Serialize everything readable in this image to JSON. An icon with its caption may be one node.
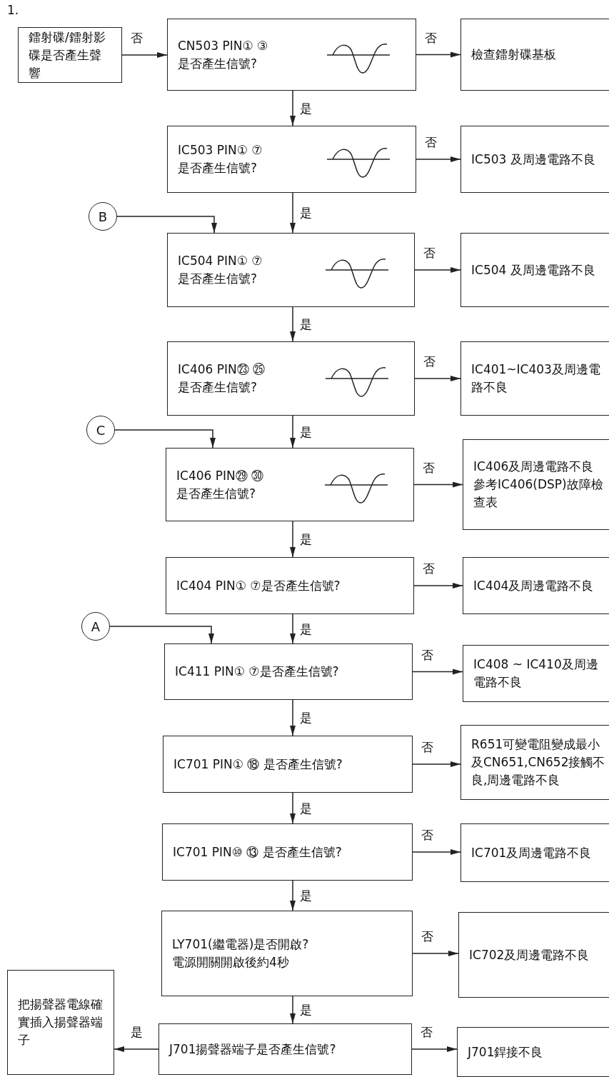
{
  "diagram": {
    "nodes": [
      {
        "text": [
          "鐳射碟/鐳射影碟是否產生聲響"
        ]
      },
      {
        "text": [
          "CN503 PIN① ③",
          "是否產生信號?"
        ]
      },
      {
        "text": [
          "檢查鐳射碟基板"
        ]
      },
      {
        "text": [
          "IC503 PIN① ⑦",
          "是否產生信號?"
        ]
      },
      {
        "text": [
          "IC503 及周邊電路不良"
        ]
      },
      {
        "text": [
          "B"
        ]
      },
      {
        "text": [
          "IC504 PIN① ⑦",
          "是否產生信號?"
        ]
      },
      {
        "text": [
          "IC504 及周邊電路不良"
        ]
      },
      {
        "text": [
          "IC406 PIN㉓ ㉕",
          "是否產生信號?"
        ]
      },
      {
        "text": [
          "IC401~IC403及周邊電路不良"
        ]
      },
      {
        "text": [
          "C"
        ]
      },
      {
        "text": [
          "IC406 PIN㉙ ㉚",
          "是否產生信號?"
        ]
      },
      {
        "text": [
          "IC406及周邊電路不良",
          "參考IC406(DSP)故障檢查表"
        ]
      },
      {
        "text": [
          "IC404 PIN① ⑦是否產生信號?"
        ]
      },
      {
        "text": [
          "IC404及周邊電路不良"
        ]
      },
      {
        "text": [
          "A"
        ]
      },
      {
        "text": [
          "IC411 PIN① ⑦是否產生信號?"
        ]
      },
      {
        "text": [
          "IC408 ~ IC410及周邊電路不良"
        ]
      },
      {
        "text": [
          "IC701 PIN① ⑱ 是否產生信號?"
        ]
      },
      {
        "text": [
          "R651可變電阻變成最小及CN651,CN652接觸不良,周邊電路不良"
        ]
      },
      {
        "text": [
          "IC701 PIN⑩ ⑬ 是否產生信號?"
        ]
      },
      {
        "text": [
          "IC701及周邊電路不良"
        ]
      },
      {
        "text": [
          "LY701(繼電器)是否開啟?",
          "電源開關開啟後約4秒"
        ]
      },
      {
        "text": [
          "IC702及周邊電路不良"
        ]
      },
      {
        "text": [
          "把揚聲器電線確實插入揚聲器端子"
        ]
      },
      {
        "text": [
          "J701揚聲器端子是否產生信號?"
        ]
      },
      {
        "text": [
          "J701銲接不良"
        ]
      }
    ],
    "edges": [
      {
        "from": 0,
        "to": 1,
        "arrow": "to",
        "label": "否"
      },
      {
        "from": 1,
        "to": 2,
        "arrow": "to",
        "label": "否"
      },
      {
        "from": 1,
        "to": 3,
        "arrow": "to",
        "label": "是"
      },
      {
        "from": 3,
        "to": 4,
        "arrow": "to",
        "label": "否"
      },
      {
        "from": 3,
        "to": 6,
        "arrow": "to",
        "label": "是"
      },
      {
        "from": 5,
        "to": 6,
        "arrow": "to"
      },
      {
        "from": 6,
        "to": 7,
        "arrow": "to",
        "label": "否"
      },
      {
        "from": 6,
        "to": 8,
        "arrow": "to",
        "label": "是"
      },
      {
        "from": 8,
        "to": 9,
        "arrow": "to",
        "label": "否"
      },
      {
        "from": 8,
        "to": 11,
        "arrow": "to",
        "label": "是"
      },
      {
        "from": 10,
        "to": 11,
        "arrow": "to"
      },
      {
        "from": 11,
        "to": 12,
        "arrow": "to",
        "label": "否"
      },
      {
        "from": 11,
        "to": 13,
        "arrow": "to",
        "label": "是"
      },
      {
        "from": 13,
        "to": 14,
        "arrow": "to",
        "label": "否"
      },
      {
        "from": 13,
        "to": 16,
        "arrow": "to",
        "label": "是"
      },
      {
        "from": 15,
        "to": 16,
        "arrow": "to"
      },
      {
        "from": 16,
        "to": 17,
        "arrow": "to",
        "label": "否"
      },
      {
        "from": 16,
        "to": 18,
        "arrow": "to",
        "label": "是"
      },
      {
        "from": 18,
        "to": 19,
        "arrow": "to",
        "label": "否"
      },
      {
        "from": 18,
        "to": 20,
        "arrow": "to",
        "label": "是"
      },
      {
        "from": 20,
        "to": 21,
        "arrow": "to",
        "label": "否"
      },
      {
        "from": 20,
        "to": 22,
        "arrow": "to",
        "label": "是"
      },
      {
        "from": 22,
        "to": 23,
        "arrow": "to",
        "label": "否"
      },
      {
        "from": 22,
        "to": 25,
        "arrow": "to",
        "label": "是"
      },
      {
        "from": 25,
        "to": 24,
        "arrow": "to",
        "label": "是"
      },
      {
        "from": 25,
        "to": 26,
        "arrow": "to",
        "label": "否"
      }
    ],
    "labels": [
      "1."
    ]
  }
}
